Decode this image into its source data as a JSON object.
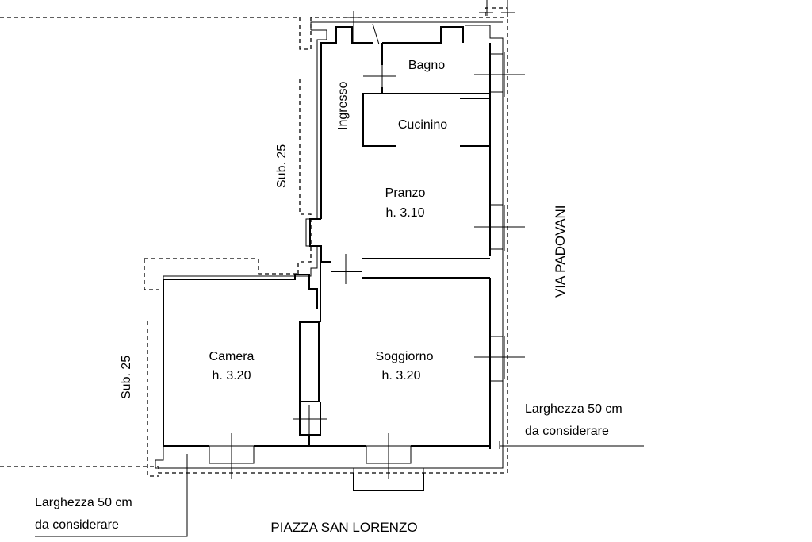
{
  "rooms": {
    "bagno": {
      "name": "Bagno"
    },
    "ingresso": {
      "name": "Ingresso"
    },
    "cucinino": {
      "name": "Cucinino"
    },
    "pranzo": {
      "name": "Pranzo",
      "height": "h. 3.10"
    },
    "camera": {
      "name": "Camera",
      "height": "h. 3.20"
    },
    "soggiorno": {
      "name": "Soggiorno",
      "height": "h. 3.20"
    }
  },
  "neighbors": {
    "sub_upper": "Sub. 25",
    "sub_lower": "Sub. 25"
  },
  "streets": {
    "east": "VIA PADOVANI",
    "south": "PIAZZA SAN LORENZO"
  },
  "notes": {
    "right": {
      "line1": "Larghezza 50 cm",
      "line2": "da considerare"
    },
    "left": {
      "line1": "Larghezza 50 cm",
      "line2": "da considerare"
    }
  }
}
